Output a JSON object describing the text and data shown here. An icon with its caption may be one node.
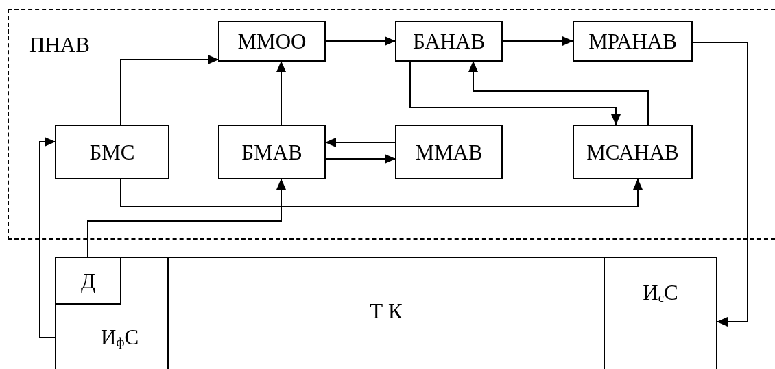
{
  "diagram": {
    "nodes": [
      {
        "text": [
          "ПНАВ"
        ]
      },
      {
        "text": [
          "ММОО"
        ],
        "in": 0
      },
      {
        "text": [
          "БАНАВ"
        ],
        "in": 0
      },
      {
        "text": [
          "МРАНАВ"
        ],
        "in": 0
      },
      {
        "text": [
          "БМС"
        ],
        "in": 0
      },
      {
        "text": [
          "БМАВ"
        ],
        "in": 0
      },
      {
        "text": [
          "ММАВ"
        ],
        "in": 0
      },
      {
        "text": [
          "МСАНАВ"
        ],
        "in": 0
      },
      {
        "text": [
          "И$_{ф}$С"
        ]
      },
      {
        "text": [
          "Д"
        ],
        "in": 8
      },
      {
        "text": [
          "Т К"
        ]
      },
      {
        "text": [
          "И$_{с}$С"
        ]
      }
    ],
    "edges": [
      {
        "from": 4,
        "to": 1,
        "arrow": "to"
      },
      {
        "from": 1,
        "to": 2,
        "arrow": "to"
      },
      {
        "from": 2,
        "to": 3,
        "arrow": "to"
      },
      {
        "from": 5,
        "to": 1,
        "arrow": "to"
      },
      {
        "from": 6,
        "to": 5,
        "arrow": "to"
      },
      {
        "from": 5,
        "to": 6,
        "arrow": "to"
      },
      {
        "from": 2,
        "to": 7,
        "arrow": "to"
      },
      {
        "from": 7,
        "to": 2,
        "arrow": "to"
      },
      {
        "from": 4,
        "to": 7,
        "arrow": "to"
      },
      {
        "from": 9,
        "to": 5,
        "arrow": "to"
      },
      {
        "from": 3,
        "to": 11,
        "arrow": "to"
      },
      {
        "from": 8,
        "to": 4,
        "arrow": "to"
      }
    ]
  }
}
